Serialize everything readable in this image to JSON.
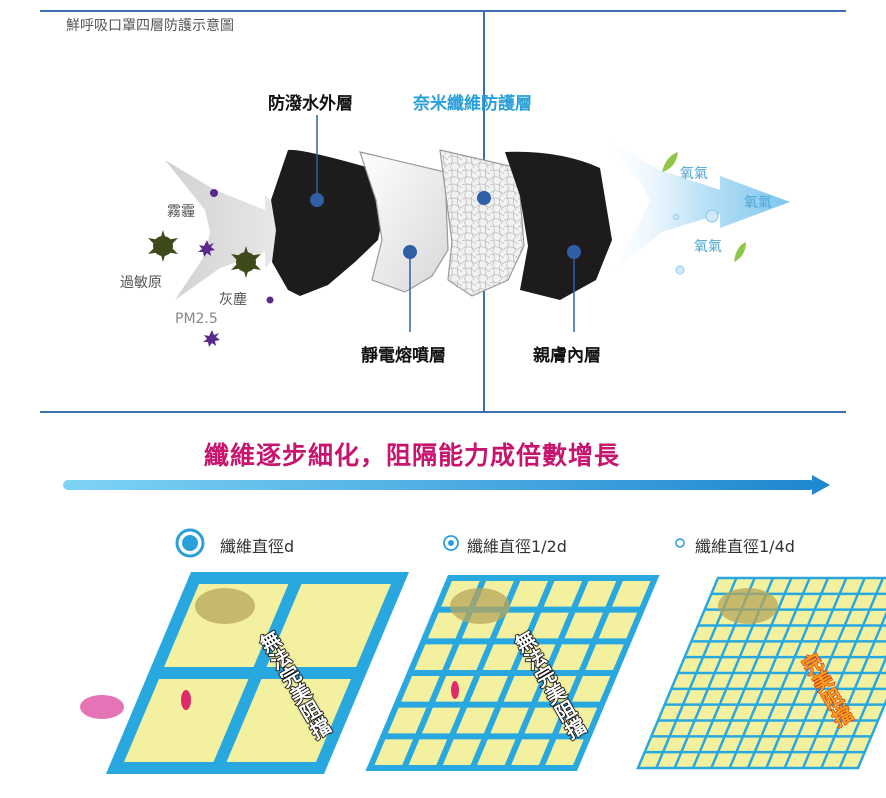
{
  "figure_title": "鮮呼吸口罩四層防護示意圖",
  "layers": {
    "outer": "防潑水外層",
    "nano": "奈米纖維防護層",
    "meltblown": "靜電熔噴層",
    "inner": "親膚內層"
  },
  "pollutants": {
    "smog": "霧霾",
    "allergen": "過敏原",
    "dust": "灰塵",
    "pm25": "PM2.5"
  },
  "oxygen_labels": [
    "氧氣",
    "氧氣",
    "氧氣"
  ],
  "headline": "纖維逐步細化，阻隔能力成倍數增長",
  "legend": {
    "d": "纖維直徑d",
    "half_d": "纖維直徑1/2d",
    "quarter_d": "纖維直徑1/4d"
  },
  "results": {
    "fail_1": "無法完美阻擋",
    "fail_2": "無法完美阻擋",
    "success": "完美阻擋"
  },
  "colors": {
    "frame": "#3a6fb0",
    "accent_blue": "#2a9fd8",
    "headline": "#c7146f",
    "grid_line": "#29a8e0",
    "grid_fill": "#f3f1a0"
  }
}
